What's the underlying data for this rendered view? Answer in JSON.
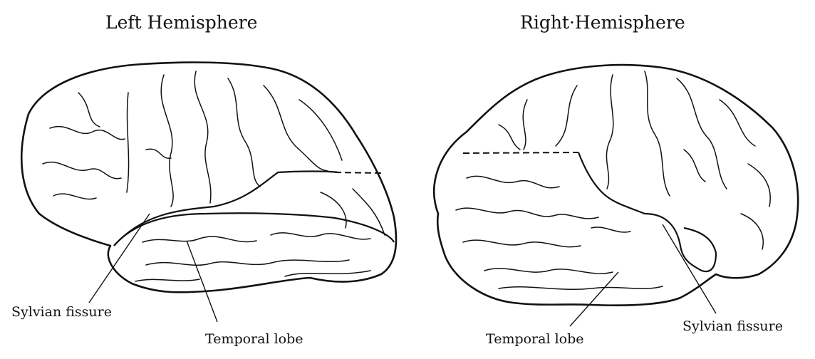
{
  "left_panel": {
    "title": "Left Hemisphere",
    "labels": {
      "fissure": "Sylvian fissure",
      "lobe": "Temporal lobe"
    }
  },
  "right_panel": {
    "title": "Right·Hemisphere",
    "labels": {
      "fissure": "Sylvian fissure",
      "lobe": "Temporal lobe"
    }
  }
}
